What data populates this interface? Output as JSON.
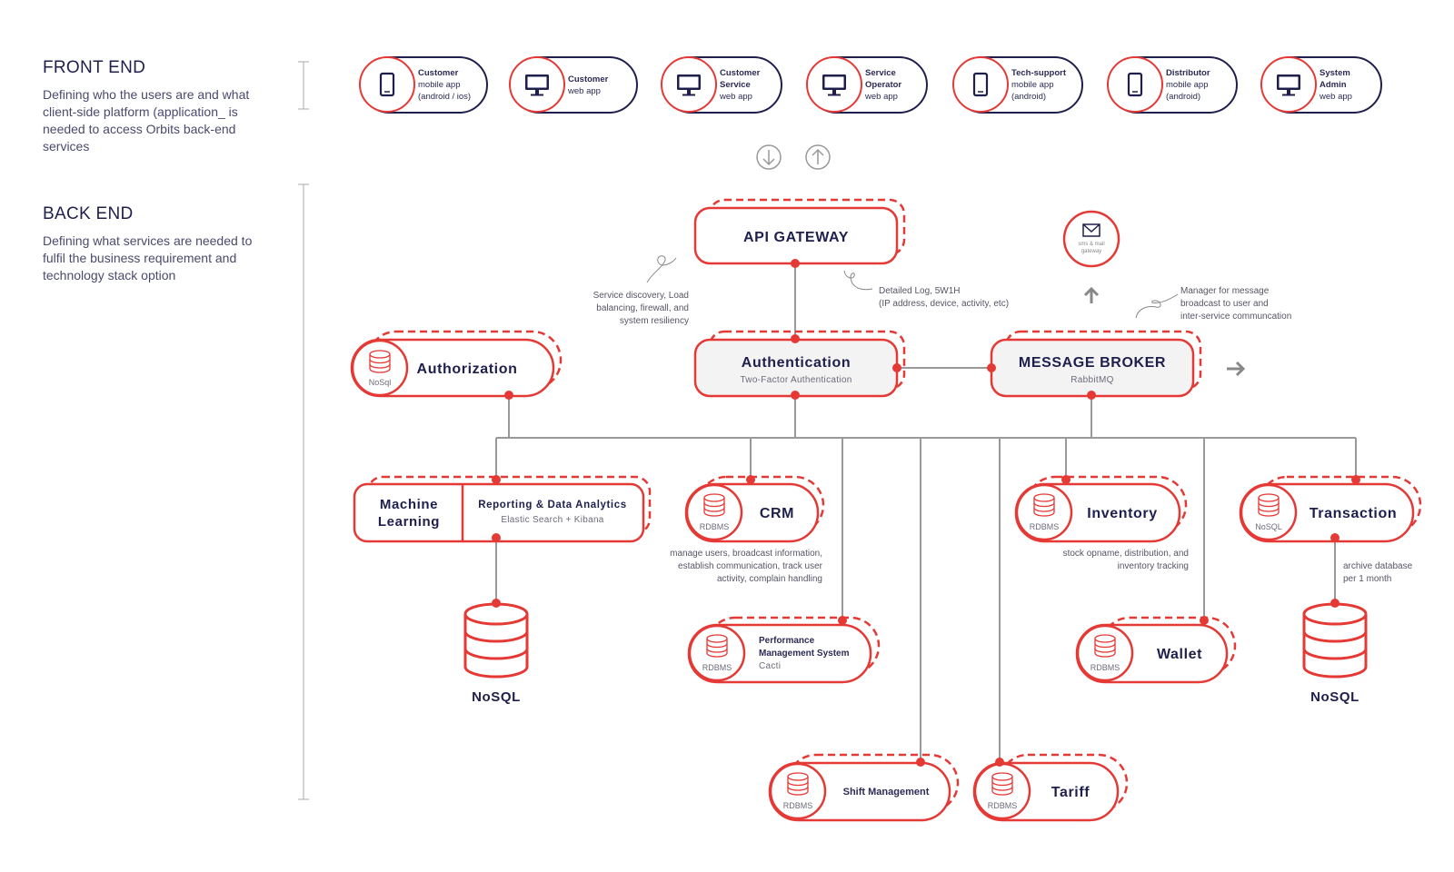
{
  "front_end": {
    "title": "FRONT END",
    "desc": [
      "Defining who the users are and what",
      "client-side platform (application_ is",
      "needed to access Orbits back-end",
      "services"
    ],
    "apps": [
      {
        "icon": "mobile-icon",
        "lines": [
          "Customer",
          "mobile app",
          "(android / ios)"
        ]
      },
      {
        "icon": "desktop-icon",
        "lines": [
          "Customer",
          "web app"
        ]
      },
      {
        "icon": "desktop-icon",
        "lines": [
          "Customer",
          "Service",
          "web app"
        ]
      },
      {
        "icon": "desktop-icon",
        "lines": [
          "Service",
          "Operator",
          "web app"
        ]
      },
      {
        "icon": "mobile-icon",
        "lines": [
          "Tech-support",
          "mobile app",
          "(android)"
        ]
      },
      {
        "icon": "mobile-icon",
        "lines": [
          "Distributor",
          "mobile app",
          "(android)"
        ]
      },
      {
        "icon": "desktop-icon",
        "lines": [
          "System",
          "Admin",
          "web app"
        ]
      }
    ]
  },
  "back_end": {
    "title": "BACK END",
    "desc": [
      "Defining what services are needed to",
      "fulfil the business requirement and",
      "technology stack option"
    ]
  },
  "services": {
    "api_gateway": {
      "title": "API GATEWAY"
    },
    "authorization": {
      "title": "Authorization",
      "db": "NoSql"
    },
    "authentication": {
      "title": "Authentication",
      "sub": "Two-Factor Authentication"
    },
    "message_broker": {
      "title": "MESSAGE BROKER",
      "sub": "RabbitMQ"
    },
    "sms_gateway": {
      "lines": [
        "sms & mail",
        "gateway"
      ]
    },
    "machine_learning": {
      "lines": [
        "Machine",
        "Learning"
      ]
    },
    "reporting": {
      "title": "Reporting & Data Analytics",
      "sub": "Elastic Search + Kibana"
    },
    "crm": {
      "title": "CRM",
      "db": "RDBMS"
    },
    "inventory": {
      "title": "Inventory",
      "db": "RDBMS"
    },
    "transaction": {
      "title": "Transaction",
      "db": "NoSQL"
    },
    "performance": {
      "lines": [
        "Performance",
        "Management System"
      ],
      "sub": "Cacti",
      "db": "RDBMS"
    },
    "wallet": {
      "title": "Wallet",
      "db": "RDBMS"
    },
    "shift": {
      "title": "Shift Management",
      "db": "RDBMS"
    },
    "tariff": {
      "title": "Tariff",
      "db": "RDBMS"
    },
    "nosql_left": {
      "title": "NoSQL"
    },
    "nosql_right": {
      "title": "NoSQL"
    }
  },
  "notes": {
    "service_discovery": [
      "Service discovery, Load",
      "balancing, firewall, and",
      "system resiliency"
    ],
    "detailed_log": [
      "Detailed Log, 5W1H",
      "(IP address, device, activity, etc)"
    ],
    "manager_message": [
      "Manager for message",
      "broadcast to user and",
      "inter-service communcation"
    ],
    "crm_note": [
      "manage users, broadcast information,",
      "establish communication, track user",
      "activity, complain handling"
    ],
    "inventory_note": [
      "stock opname, distribution, and",
      "inventory tracking"
    ],
    "archive_note": [
      "archive database",
      "per 1 month"
    ]
  },
  "colors": {
    "accent": "#e53935",
    "navy": "#1f1f4d",
    "line": "#999999",
    "fill_grey": "#f3f3f3"
  }
}
